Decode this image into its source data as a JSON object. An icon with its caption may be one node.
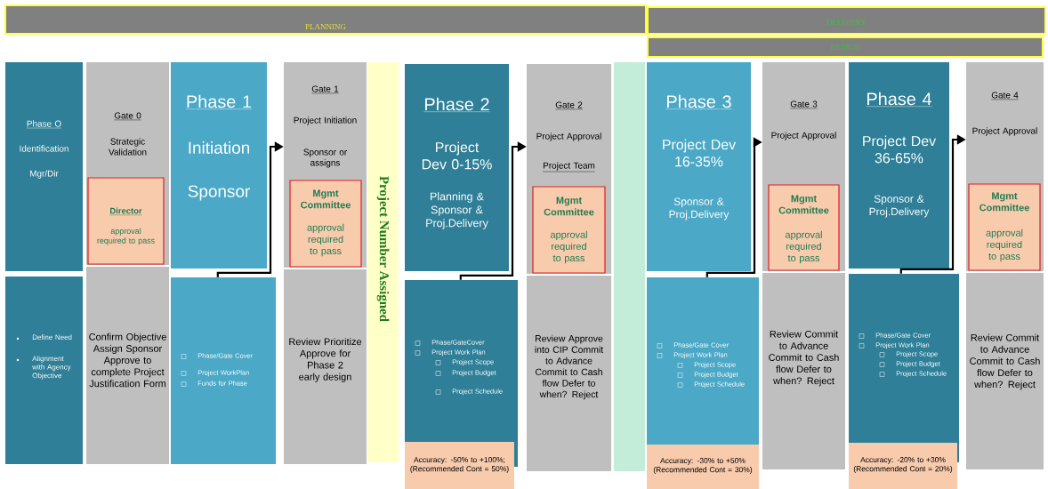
{
  "diagram": {
    "nodes": [
      {
        "text": [
          "PLANNING"
        ]
      },
      {
        "text": [
          "DELIVERY"
        ]
      },
      {
        "text": [
          "DESIGN"
        ]
      },
      {
        "text": [
          "Phase O",
          "Identification",
          "Mgr/Dir"
        ]
      },
      {
        "text": [
          "Define Need",
          "Alignment with Agency Objective"
        ]
      },
      {
        "text": [
          "Gate 0",
          "Strategic Validation"
        ]
      },
      {
        "text": [
          "Director",
          "approval required to pass"
        ],
        "in": 5
      },
      {
        "text": [
          "Confirm Objective Assign Sponsor Approve to complete Project Justification Form"
        ]
      },
      {
        "text": [
          "Phase 1",
          "Initiation",
          "Sponsor"
        ]
      },
      {
        "text": [
          "Phase/Gate Cover",
          "Project WorkPlan",
          "Funds for Phase"
        ]
      },
      {
        "text": [
          "Gate 1",
          "Project Initiation",
          "Sponsor or assigns"
        ]
      },
      {
        "text": [
          "Mgmt Committee",
          "approval required to pass"
        ],
        "in": 10
      },
      {
        "text": [
          "Review Prioritize Approve for Phase 2 early design"
        ]
      },
      {
        "text": [
          "Project Number Assigned"
        ]
      },
      {
        "text": [
          "Phase 2",
          "Project Dev 0-15%",
          "Planning & Sponsor & Proj.Delivery"
        ]
      },
      {
        "text": [
          "Phase/GateCover",
          "Project Work Plan",
          "Project Scope",
          "Project Budget",
          "Project Schedule"
        ]
      },
      {
        "text": [
          "Accuracy: -50% to +100%; (Recommended Cont = 50%)"
        ]
      },
      {
        "text": [
          "Gate 2",
          "Project Approval",
          "Project Team"
        ]
      },
      {
        "text": [
          "Mgmt Committee",
          "approval required to pass"
        ],
        "in": 17
      },
      {
        "text": [
          "Review Approve into CIP Commit to Advance Commit to Cash flow Defer to when? Reject"
        ]
      },
      {
        "text": [],
        "shape": "box"
      },
      {
        "text": [
          "Phase 3",
          "Project Dev 16-35%",
          "Sponsor & Proj.Delivery"
        ]
      },
      {
        "text": [
          "Phase/Gate Cover",
          "Project Work Plan",
          "Project Scope",
          "Project Budget",
          "Project Schedule"
        ]
      },
      {
        "text": [
          "Accuracy: -30% to +50% (Recommended Cont = 30%)"
        ]
      },
      {
        "text": [
          "Gate 3",
          "Project Approval"
        ]
      },
      {
        "text": [
          "Mgmt Committee",
          "approval required to pass"
        ],
        "in": 24
      },
      {
        "text": [
          "Review Commit to Advance Commit to Cash flow Defer to when? Reject"
        ]
      },
      {
        "text": [
          "Phase 4",
          "Project Dev 36-65%",
          "Sponsor & Proj.Delivery"
        ]
      },
      {
        "text": [
          "Phase/Gate Cover",
          "Project Work Plan",
          "Project Scope",
          "Project Budget",
          "Project Schedule"
        ]
      },
      {
        "text": [
          "Accuracy: -20% to +30% (Recommended Cont = 20%)"
        ]
      },
      {
        "text": [
          "Gate 4",
          "Project Approval"
        ]
      },
      {
        "text": [
          "Mgmt Committee",
          "approval required to pass"
        ],
        "in": 30
      },
      {
        "text": [
          "Review Commit to Advance Commit to Cash flow Defer to when? Reject"
        ]
      }
    ],
    "edges": [
      {
        "from": 9,
        "to": 10,
        "arrow": "to"
      },
      {
        "from": 15,
        "to": 17,
        "arrow": "to"
      },
      {
        "from": 22,
        "to": 24,
        "arrow": "to"
      },
      {
        "from": 28,
        "to": 30,
        "arrow": "to"
      }
    ]
  }
}
